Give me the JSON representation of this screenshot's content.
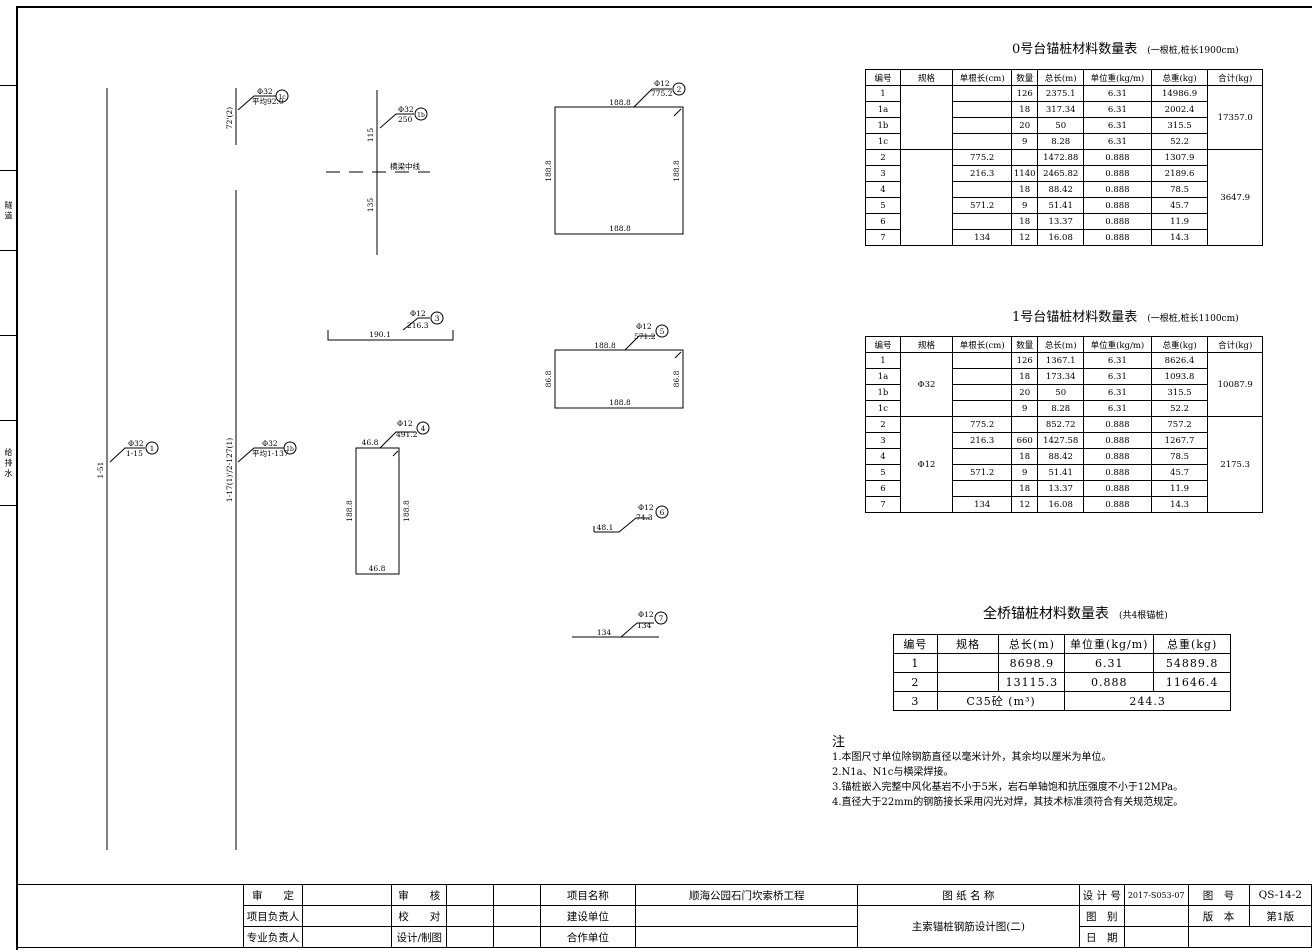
{
  "side_strip": [
    "隧 道",
    "给 排 水"
  ],
  "drawing": {
    "piles": {
      "left_label": "1-51",
      "right_label": "1-17(1)'/2-127(1)"
    },
    "bar1_label": {
      "dia": "Φ32",
      "val": "1-15",
      "no": "1"
    },
    "bar1c_label": {
      "dia": "Φ32",
      "val": "平均92.0",
      "no": "1c",
      "dim": "72'(2)"
    },
    "bar1b_label": {
      "dia": "Φ32",
      "val": "平均1-137",
      "no": "1b"
    },
    "bar1a": {
      "dia": "Φ32",
      "val": "250",
      "no": "1b",
      "dim_top": "115",
      "dim_bot": "135",
      "beam_label": "横梁中线"
    },
    "bar2": {
      "dia": "Φ12",
      "len": "775.2",
      "no": "2",
      "top": "188.8",
      "left": "188.8",
      "right": "188.8",
      "bottom": "188.8"
    },
    "bar3": {
      "dia": "Φ12",
      "val": "216.3",
      "no": "3",
      "base": "190.1"
    },
    "bar4": {
      "dia": "Φ12",
      "val": "491.2",
      "no": "4",
      "top": "46.8",
      "left": "188.8",
      "right": "188.8",
      "bottom": "46.8"
    },
    "bar5": {
      "dia": "Φ12",
      "val": "571.2",
      "no": "5",
      "top": "188.8",
      "left": "86.8",
      "right": "86.8",
      "bottom": "188.8"
    },
    "bar6": {
      "dia": "Φ12",
      "val": "74.3",
      "no": "6",
      "base": "48.1"
    },
    "bar7": {
      "dia": "Φ12",
      "val": "134",
      "no": "7",
      "base": "134"
    }
  },
  "table0": {
    "title": "0号台锚桩材料数量表",
    "subtitle": "(一根桩,桩长1900cm)",
    "headers": [
      "编号",
      "规格",
      "单根长(cm)",
      "数量",
      "总长(m)",
      "单位重(kg/m)",
      "总重(kg)",
      "合计(kg)"
    ],
    "rows": [
      [
        "1",
        "",
        "126",
        "2375.1",
        "6.31",
        "14986.9"
      ],
      [
        "1a",
        "",
        "18",
        "317.34",
        "6.31",
        "2002.4"
      ],
      [
        "1b",
        "",
        "20",
        "50",
        "6.31",
        "315.5"
      ],
      [
        "1c",
        "",
        "9",
        "8.28",
        "6.31",
        "52.2"
      ],
      [
        "2",
        "775.2",
        "",
        "1472.88",
        "0.888",
        "1307.9"
      ],
      [
        "3",
        "216.3",
        "1140",
        "2465.82",
        "0.888",
        "2189.6"
      ],
      [
        "4",
        "",
        "18",
        "88.42",
        "0.888",
        "78.5"
      ],
      [
        "5",
        "571.2",
        "9",
        "51.41",
        "0.888",
        "45.7"
      ],
      [
        "6",
        "",
        "18",
        "13.37",
        "0.888",
        "11.9"
      ],
      [
        "7",
        "134",
        "12",
        "16.08",
        "0.888",
        "14.3"
      ]
    ],
    "spec_a": "",
    "spec_b": "",
    "total_a": "17357.0",
    "total_b": "3647.9"
  },
  "table1": {
    "title": "1号台锚桩材料数量表",
    "subtitle": "(一根桩,桩长1100cm)",
    "headers": [
      "编号",
      "规格",
      "单根长(cm)",
      "数量",
      "总长(m)",
      "单位重(kg/m)",
      "总重(kg)",
      "合计(kg)"
    ],
    "rows": [
      [
        "1",
        "",
        "126",
        "1367.1",
        "6.31",
        "8626.4"
      ],
      [
        "1a",
        "",
        "18",
        "173.34",
        "6.31",
        "1093.8"
      ],
      [
        "1b",
        "",
        "20",
        "50",
        "6.31",
        "315.5"
      ],
      [
        "1c",
        "",
        "9",
        "8.28",
        "6.31",
        "52.2"
      ],
      [
        "2",
        "775.2",
        "",
        "852.72",
        "0.888",
        "757.2"
      ],
      [
        "3",
        "216.3",
        "660",
        "1427.58",
        "0.888",
        "1267.7"
      ],
      [
        "4",
        "",
        "18",
        "88.42",
        "0.888",
        "78.5"
      ],
      [
        "5",
        "571.2",
        "9",
        "51.41",
        "0.888",
        "45.7"
      ],
      [
        "6",
        "",
        "18",
        "13.37",
        "0.888",
        "11.9"
      ],
      [
        "7",
        "134",
        "12",
        "16.08",
        "0.888",
        "14.3"
      ]
    ],
    "spec_a": "Φ32",
    "spec_b": "Φ12",
    "total_a": "10087.9",
    "total_b": "2175.3"
  },
  "table_all": {
    "title": "全桥锚桩材料数量表",
    "subtitle": "(共4根锚桩)",
    "headers": [
      "编号",
      "规格",
      "总长(m)",
      "单位重(kg/m)",
      "总重(kg)"
    ],
    "rows": [
      [
        "1",
        "",
        "8698.9",
        "6.31",
        "54889.8"
      ],
      [
        "2",
        "",
        "13115.3",
        "0.888",
        "11646.4"
      ]
    ],
    "row3_no": "3",
    "row3_label": "C35砼 (m³)",
    "row3_value": "244.3"
  },
  "notes": {
    "heading": "注",
    "items": [
      "1.本图尺寸单位除钢筋直径以毫米计外，其余均以厘米为单位。",
      "2.N1a、N1c与横梁焊接。",
      "3.锚桩嵌入完整中风化基岩不小于5米，岩石单轴饱和抗压强度不小于12MPa。",
      "4.直径大于22mm的钢筋接长采用闪光对焊，其技术标准须符合有关规范规定。"
    ]
  },
  "title_block": {
    "r1": [
      "审　　定",
      "审　　核",
      "项目名称",
      "顺海公园石门坎索桥工程",
      "图 纸 名 称",
      "设 计 号",
      "2017-S053-07",
      "图　号",
      "QS-14-2"
    ],
    "r2": [
      "项目负责人",
      "校　　对",
      "建设单位",
      "",
      "主索锚桩钢筋设计图(二)",
      "图　别",
      "",
      "版　本",
      "第1版"
    ],
    "r3": [
      "专业负责人",
      "设计/制图",
      "合作单位",
      "",
      "日　期",
      ""
    ]
  }
}
